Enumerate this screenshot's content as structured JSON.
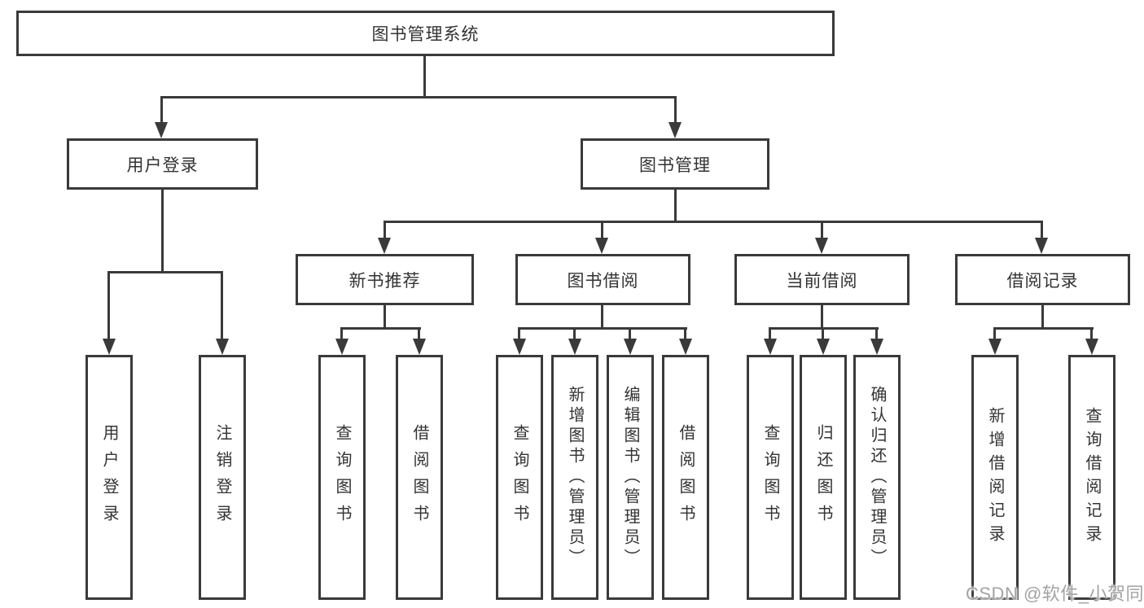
{
  "colors": {
    "line": "#3a3a3a",
    "text": "#333333",
    "background": "#ffffff",
    "watermark": "#a3a3a3"
  },
  "diagram": {
    "root": {
      "label": "图书管理系统"
    },
    "branches": [
      {
        "label": "用户登录",
        "leaves": [
          "用户登录",
          "注销登录"
        ]
      },
      {
        "label": "图书管理",
        "subgroups": [
          {
            "label": "新书推荐",
            "leaves": [
              "查询图书",
              "借阅图书"
            ]
          },
          {
            "label": "图书借阅",
            "leaves": [
              "查询图书",
              "新增图书（管理员）",
              "编辑图书（管理员）",
              "借阅图书"
            ]
          },
          {
            "label": "当前借阅",
            "leaves": [
              "查询图书",
              "归还图书",
              "确认归还（管理员）"
            ]
          },
          {
            "label": "借阅记录",
            "leaves": [
              "新增借阅记录",
              "查询借阅记录"
            ]
          }
        ]
      }
    ]
  },
  "watermark": {
    "text": "CSDN @软件_小贺同学"
  }
}
